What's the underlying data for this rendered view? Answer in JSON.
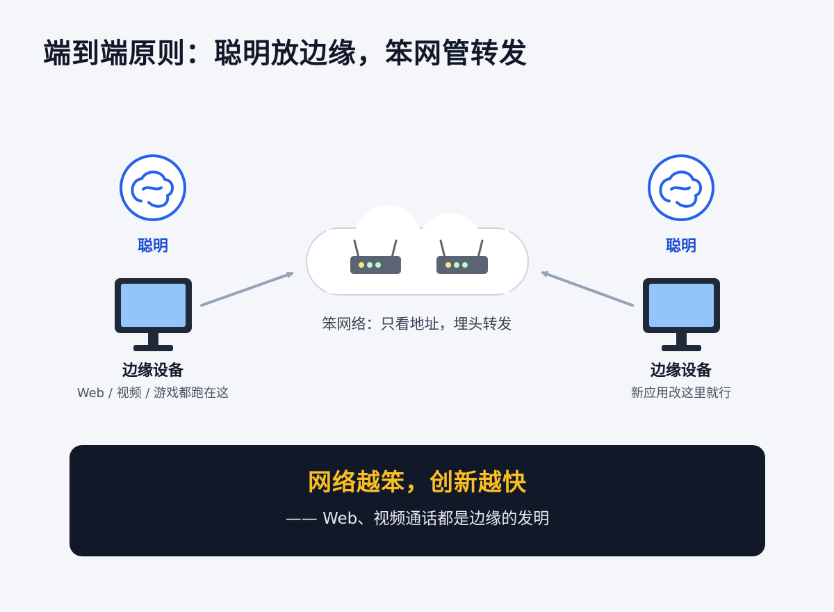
{
  "title": "端到端原则：聪明放边缘，笨网管转发",
  "left_node": {
    "smart_label": "聪明",
    "device_label": "边缘设备",
    "device_sub": "Web / 视频 / 游戏都跑在这"
  },
  "right_node": {
    "smart_label": "聪明",
    "device_label": "边缘设备",
    "device_sub": "新应用改这里就行"
  },
  "network": {
    "label": "笨网络：只看地址，埋头转发"
  },
  "banner": {
    "title": "网络越笨，创新越快",
    "subtitle": "—— Web、视频通话都是边缘的发明"
  },
  "colors": {
    "brain_blue": "#2563eb",
    "smart_text": "#1d4ed8",
    "screen_blue": "#93c5fd",
    "monitor_dark": "#1f2937",
    "router_gray": "#5b6472",
    "arrow_gray": "#94a3b8",
    "banner_bg": "#111827",
    "banner_title": "#fbbf24",
    "led_yellow": "#fde68a",
    "led_green": "#bbf7d0"
  }
}
